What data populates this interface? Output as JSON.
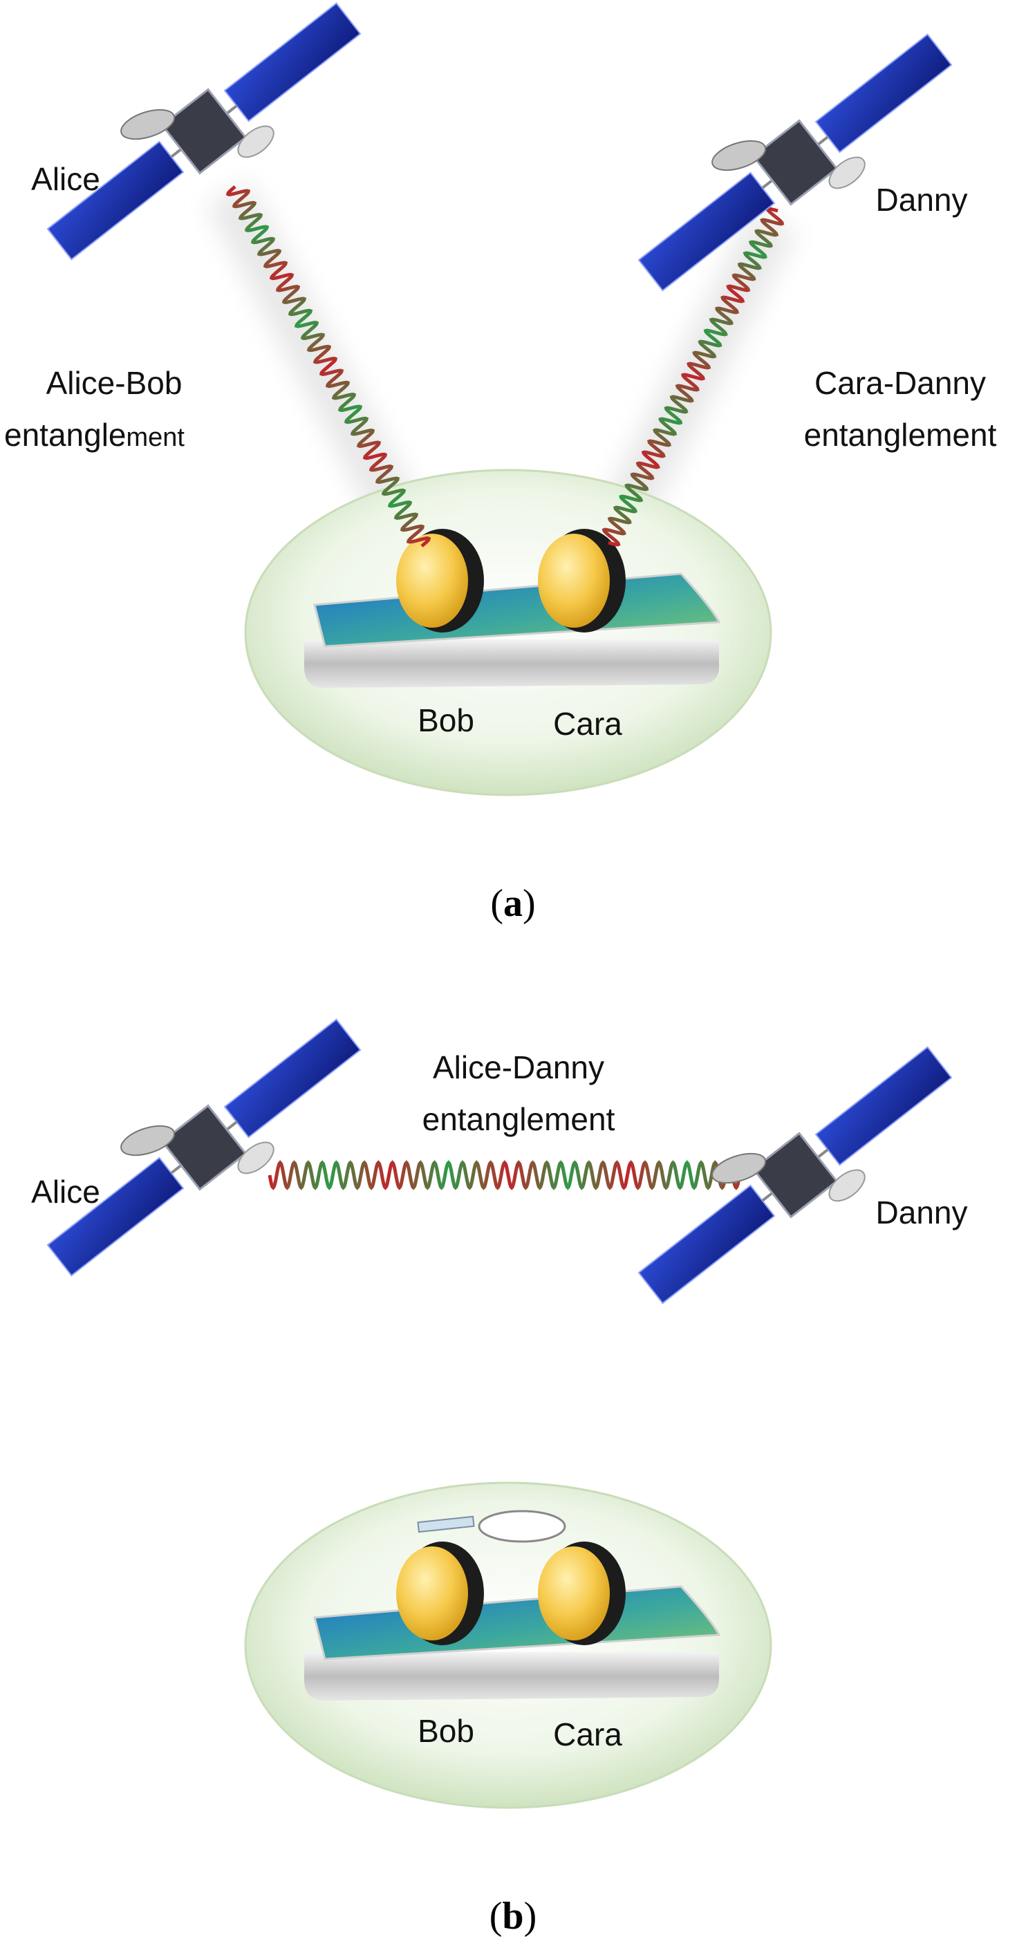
{
  "panel_a": {
    "left_node": "Alice",
    "right_node": "Danny",
    "left_link_line1": "Alice-Bob",
    "left_link_line2_main": "entangle",
    "left_link_line2_small": "ment",
    "right_link_line1": "Cara-Danny",
    "right_link_line2": "entanglement",
    "mem_left": "Bob",
    "mem_right": "Cara",
    "caption_open": "(",
    "caption_letter": "a",
    "caption_close": ")"
  },
  "panel_b": {
    "left_node": "Alice",
    "right_node": "Danny",
    "link_line1": "Alice-Danny",
    "link_line2": "entanglement",
    "mem_left": "Bob",
    "mem_right": "Cara",
    "caption_open": "(",
    "caption_letter": "b",
    "caption_close": ")"
  },
  "colors": {
    "wave_red": "#c0262b",
    "wave_green": "#2e9a48",
    "panel_blue": "#1b2fa0",
    "memory_gold": "#f6c94a",
    "bubble": "#e4f0d8"
  },
  "icons": [
    "satellite-icon",
    "quantum-memory-icon",
    "entanglement-wave-icon"
  ]
}
